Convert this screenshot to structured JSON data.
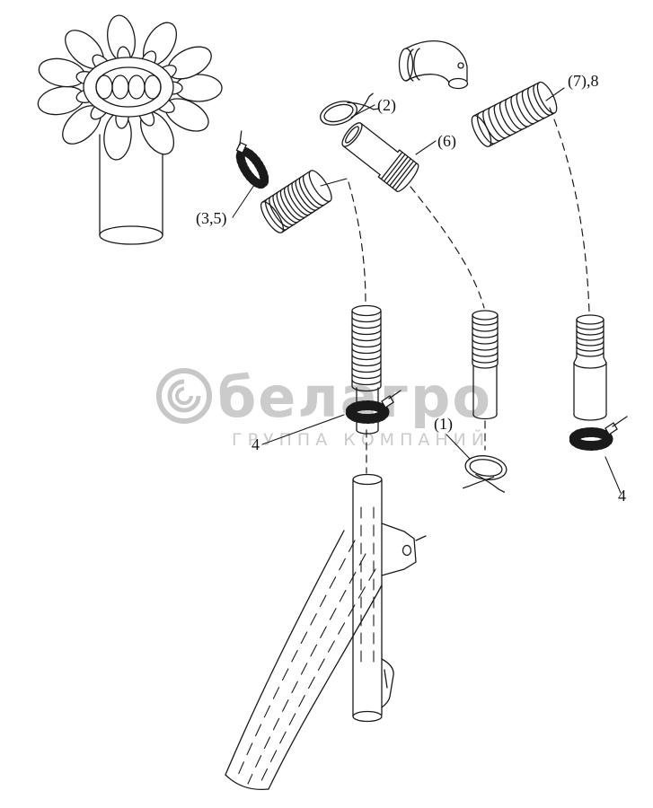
{
  "page": {
    "background": "#ffffff",
    "line_color": "#1a1a1a"
  },
  "labels": {
    "clamp_2": "(2)",
    "fitting_6": "(6)",
    "hose_3_5": "(3,5)",
    "hose_7_8": "(7),8",
    "clamp_4_left": "4",
    "clip_1": "(1)",
    "clamp_4_right": "4"
  },
  "watermark": {
    "brand": "белагро",
    "subtitle": "ГРУППА КОМПАНИЙ",
    "color": "#c6c6c6"
  }
}
